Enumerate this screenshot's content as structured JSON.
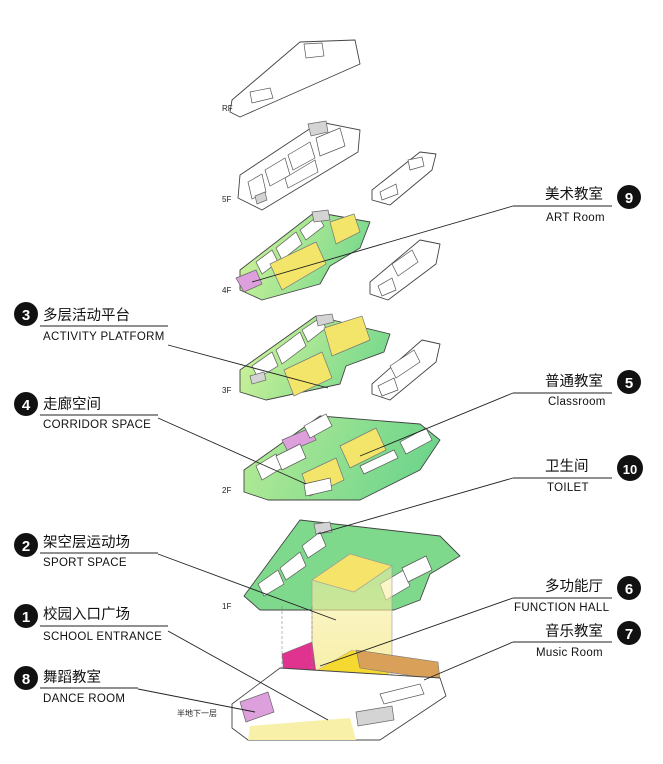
{
  "floors": {
    "rf": "RF",
    "f5": "5F",
    "f4": "4F",
    "f3": "3F",
    "f2": "2F",
    "f1": "1F",
    "basement": "半地下一层"
  },
  "labels": [
    {
      "num": "9",
      "cn": "美术教室",
      "en": "ART Room"
    },
    {
      "num": "3",
      "cn": "多层活动平台",
      "en": "ACTIVITY PLATFORM"
    },
    {
      "num": "5",
      "cn": "普通教室",
      "en": "Classroom"
    },
    {
      "num": "4",
      "cn": "走廊空间",
      "en": "CORRIDOR SPACE"
    },
    {
      "num": "10",
      "cn": "卫生间",
      "en": "TOILET"
    },
    {
      "num": "2",
      "cn": "架空层运动场",
      "en": "SPORT SPACE"
    },
    {
      "num": "6",
      "cn": "多功能厅",
      "en": "FUNCTION HALL"
    },
    {
      "num": "1",
      "cn": "校园入口广场",
      "en": "SCHOOL ENTRANCE"
    },
    {
      "num": "7",
      "cn": "音乐教室",
      "en": "Music Room"
    },
    {
      "num": "8",
      "cn": "舞蹈教室",
      "en": "DANCE  ROOM"
    }
  ],
  "colors": {
    "green": "#8fe08a",
    "green_light": "#c9f2a6",
    "yellow": "#f2e56a",
    "yellow_light": "#f8f0a8",
    "pink": "#dda0dd",
    "magenta": "#e0338f",
    "orange": "#d9a05a",
    "gray": "#d4d4d4"
  }
}
